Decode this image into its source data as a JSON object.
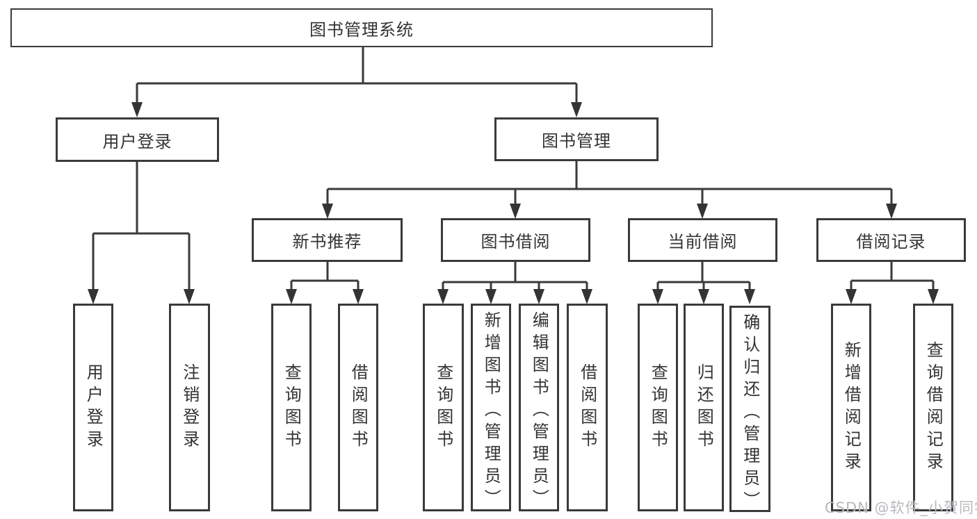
{
  "diagram": {
    "root": "图书管理系统",
    "branches": [
      {
        "label": "用户登录",
        "leaves": [
          "用户登录",
          "注销登录"
        ]
      },
      {
        "label": "图书管理",
        "groups": [
          {
            "label": "新书推荐",
            "leaves": [
              "查询图书",
              "借阅图书"
            ]
          },
          {
            "label": "图书借阅",
            "leaves": [
              "查询图书",
              "新增图书（管理员）",
              "编辑图书（管理员）",
              "借阅图书"
            ]
          },
          {
            "label": "当前借阅",
            "leaves": [
              "查询图书",
              "归还图书",
              "确认归还（管理员）"
            ]
          },
          {
            "label": "借阅记录",
            "leaves": [
              "新增借阅记录",
              "查询借阅记录"
            ]
          }
        ]
      }
    ]
  },
  "watermark": {
    "text": "CSDN @软件_小贺同学"
  },
  "colors": {
    "line": "#3a3a3a",
    "arrow": "#343434",
    "text": "#333333",
    "background": "#ffffff",
    "watermark": "#b7b9bd"
  }
}
